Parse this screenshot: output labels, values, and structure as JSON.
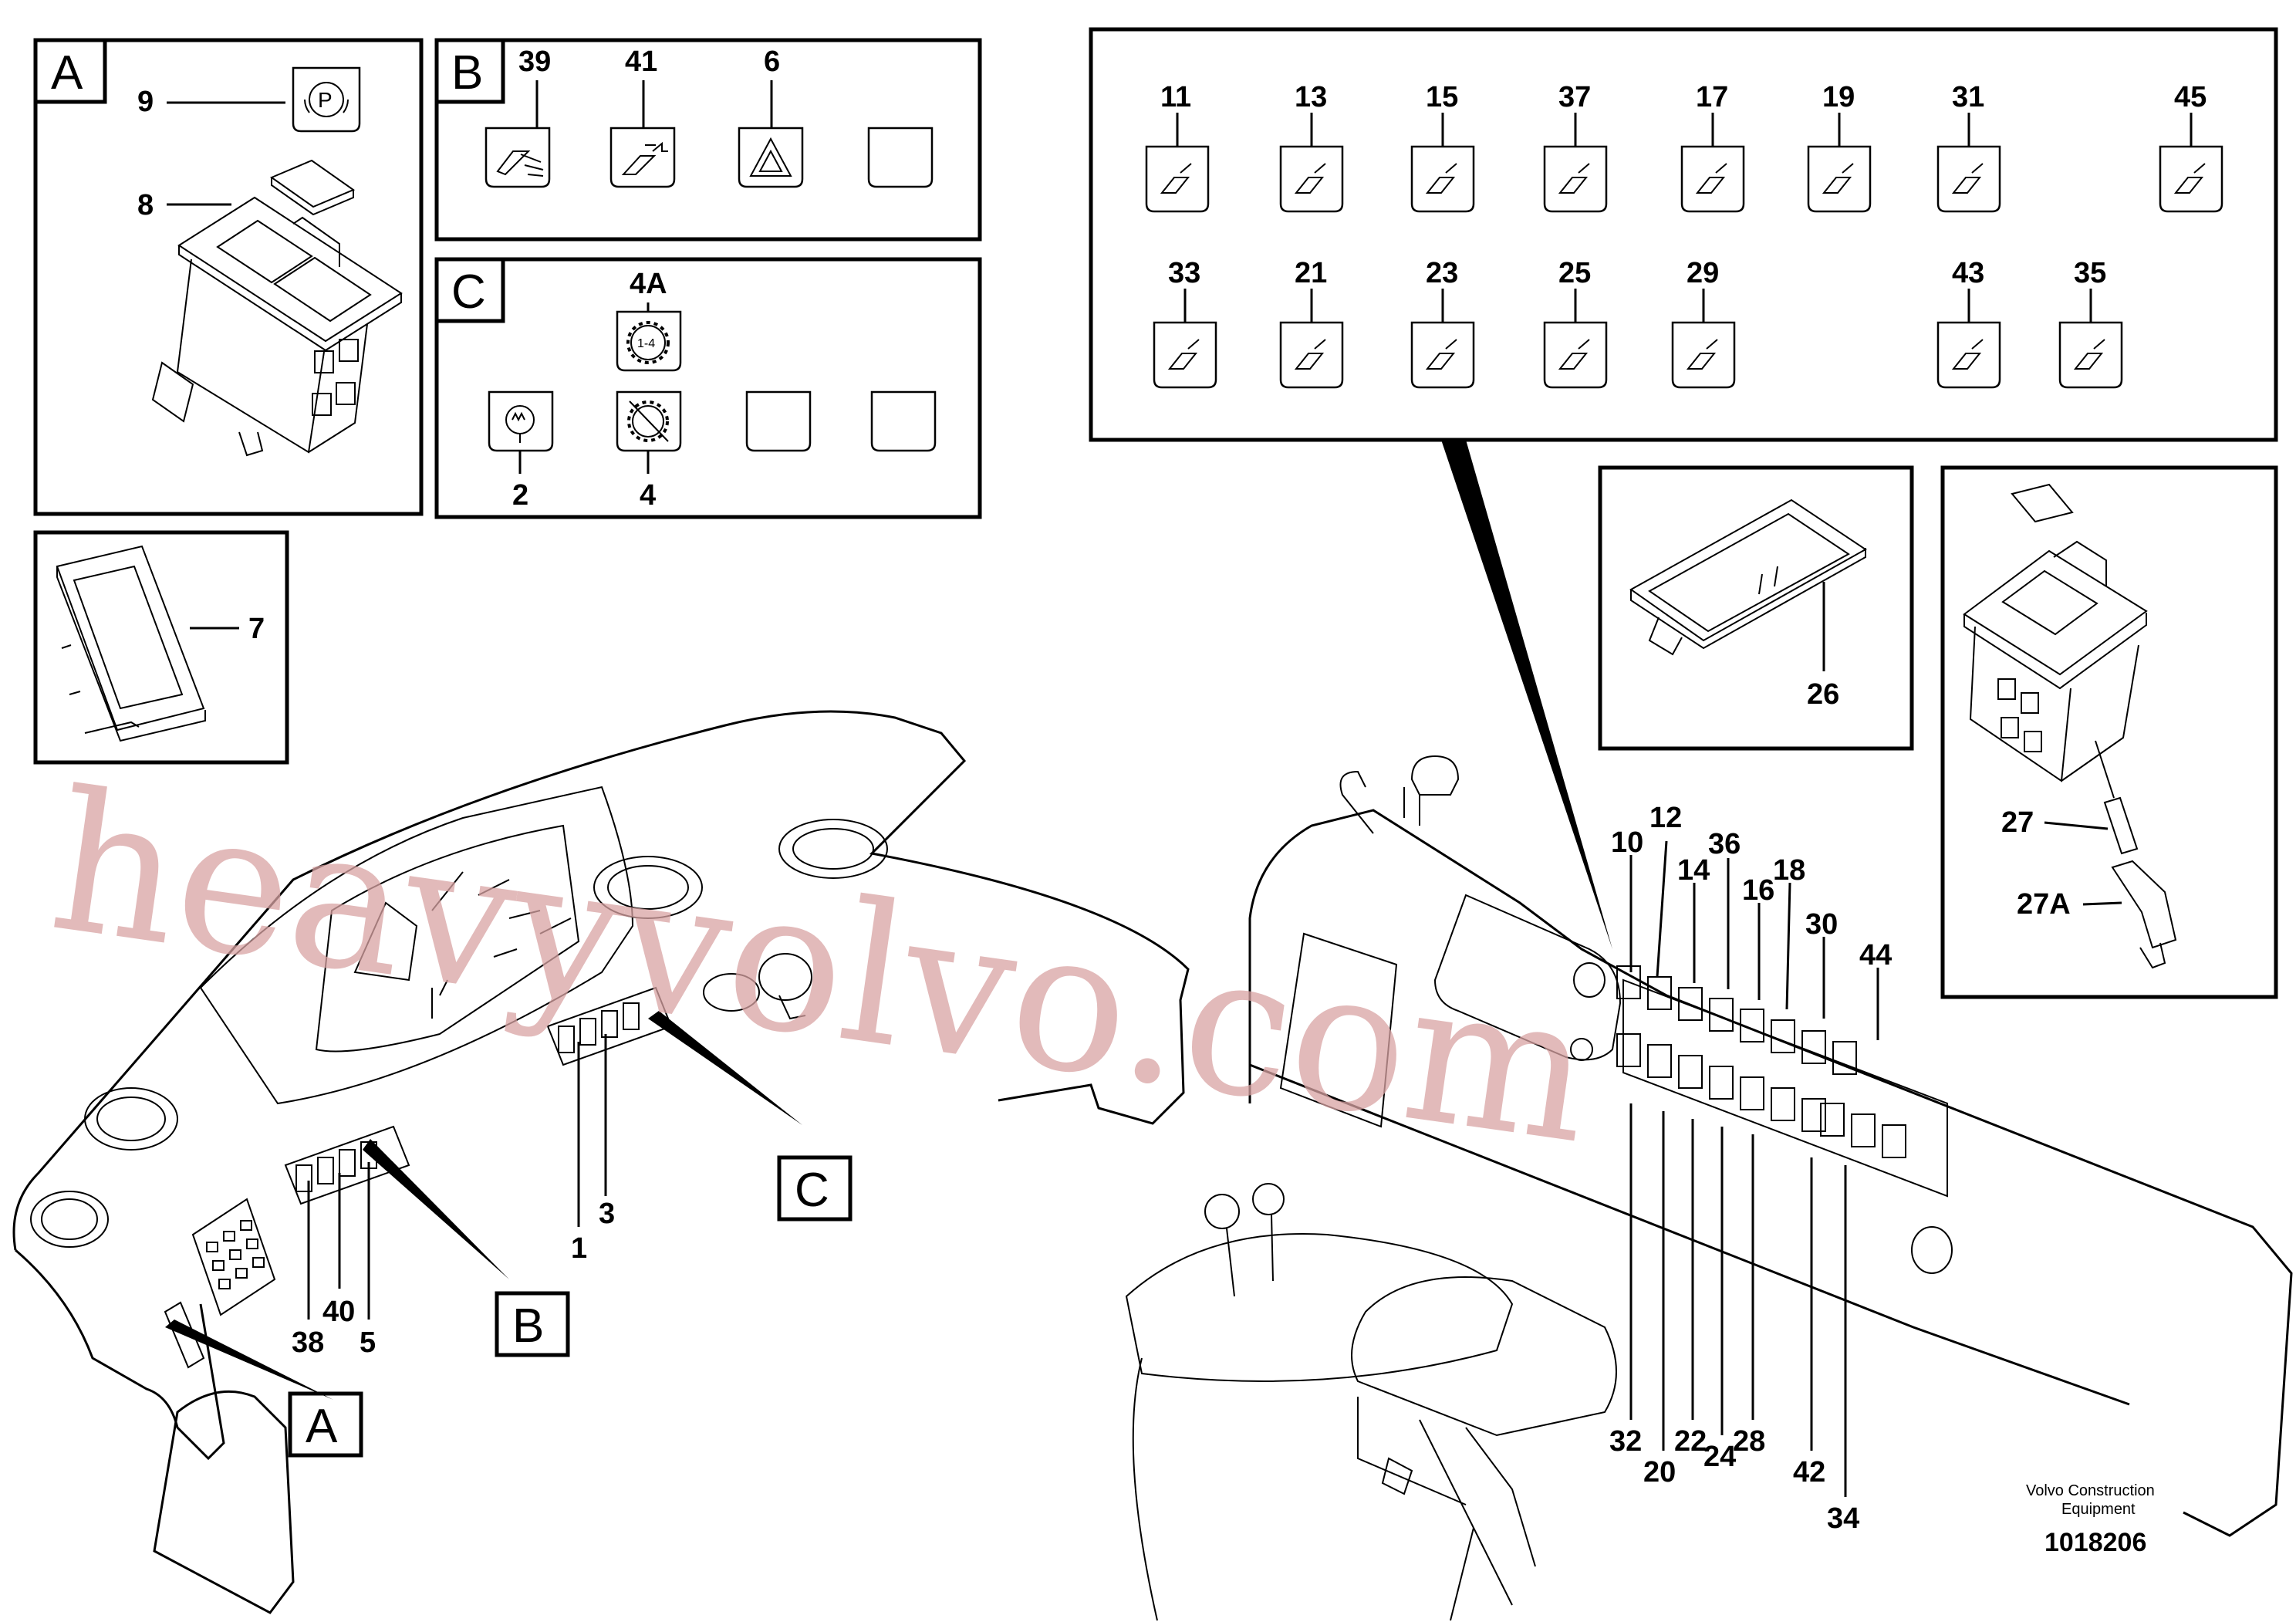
{
  "panels": {
    "A": {
      "letter": "A"
    },
    "B": {
      "letter": "B"
    },
    "C": {
      "letter": "C"
    }
  },
  "panel_a": {
    "labels": [
      "9",
      "8"
    ]
  },
  "panel_b": {
    "labels": [
      "39",
      "41",
      "6"
    ]
  },
  "panel_c": {
    "labels": [
      "4A",
      "2",
      "4"
    ],
    "icon_text": "1-4"
  },
  "detail_7": {
    "label": "7"
  },
  "detail_26": {
    "label": "26"
  },
  "detail_27": {
    "labels": [
      "27",
      "27A"
    ]
  },
  "right_panel": {
    "top_row": [
      "11",
      "13",
      "15",
      "37",
      "17",
      "19",
      "31",
      "45"
    ],
    "bottom_row": [
      "33",
      "21",
      "23",
      "25",
      "29",
      "43",
      "35"
    ]
  },
  "dash_labels_left": [
    "1",
    "3",
    "38",
    "40",
    "5"
  ],
  "dash_callouts": [
    "C",
    "B",
    "A"
  ],
  "dash_labels_right_top": [
    "12",
    "10",
    "36",
    "14",
    "18",
    "16",
    "30",
    "44"
  ],
  "dash_labels_right_bottom": [
    "32",
    "20",
    "22",
    "24",
    "28",
    "42",
    "34"
  ],
  "footer": {
    "credit_line1": "Volvo Construction",
    "credit_line2": "Equipment",
    "doc_number": "1018206"
  },
  "watermark": "heavyvolvo.com"
}
